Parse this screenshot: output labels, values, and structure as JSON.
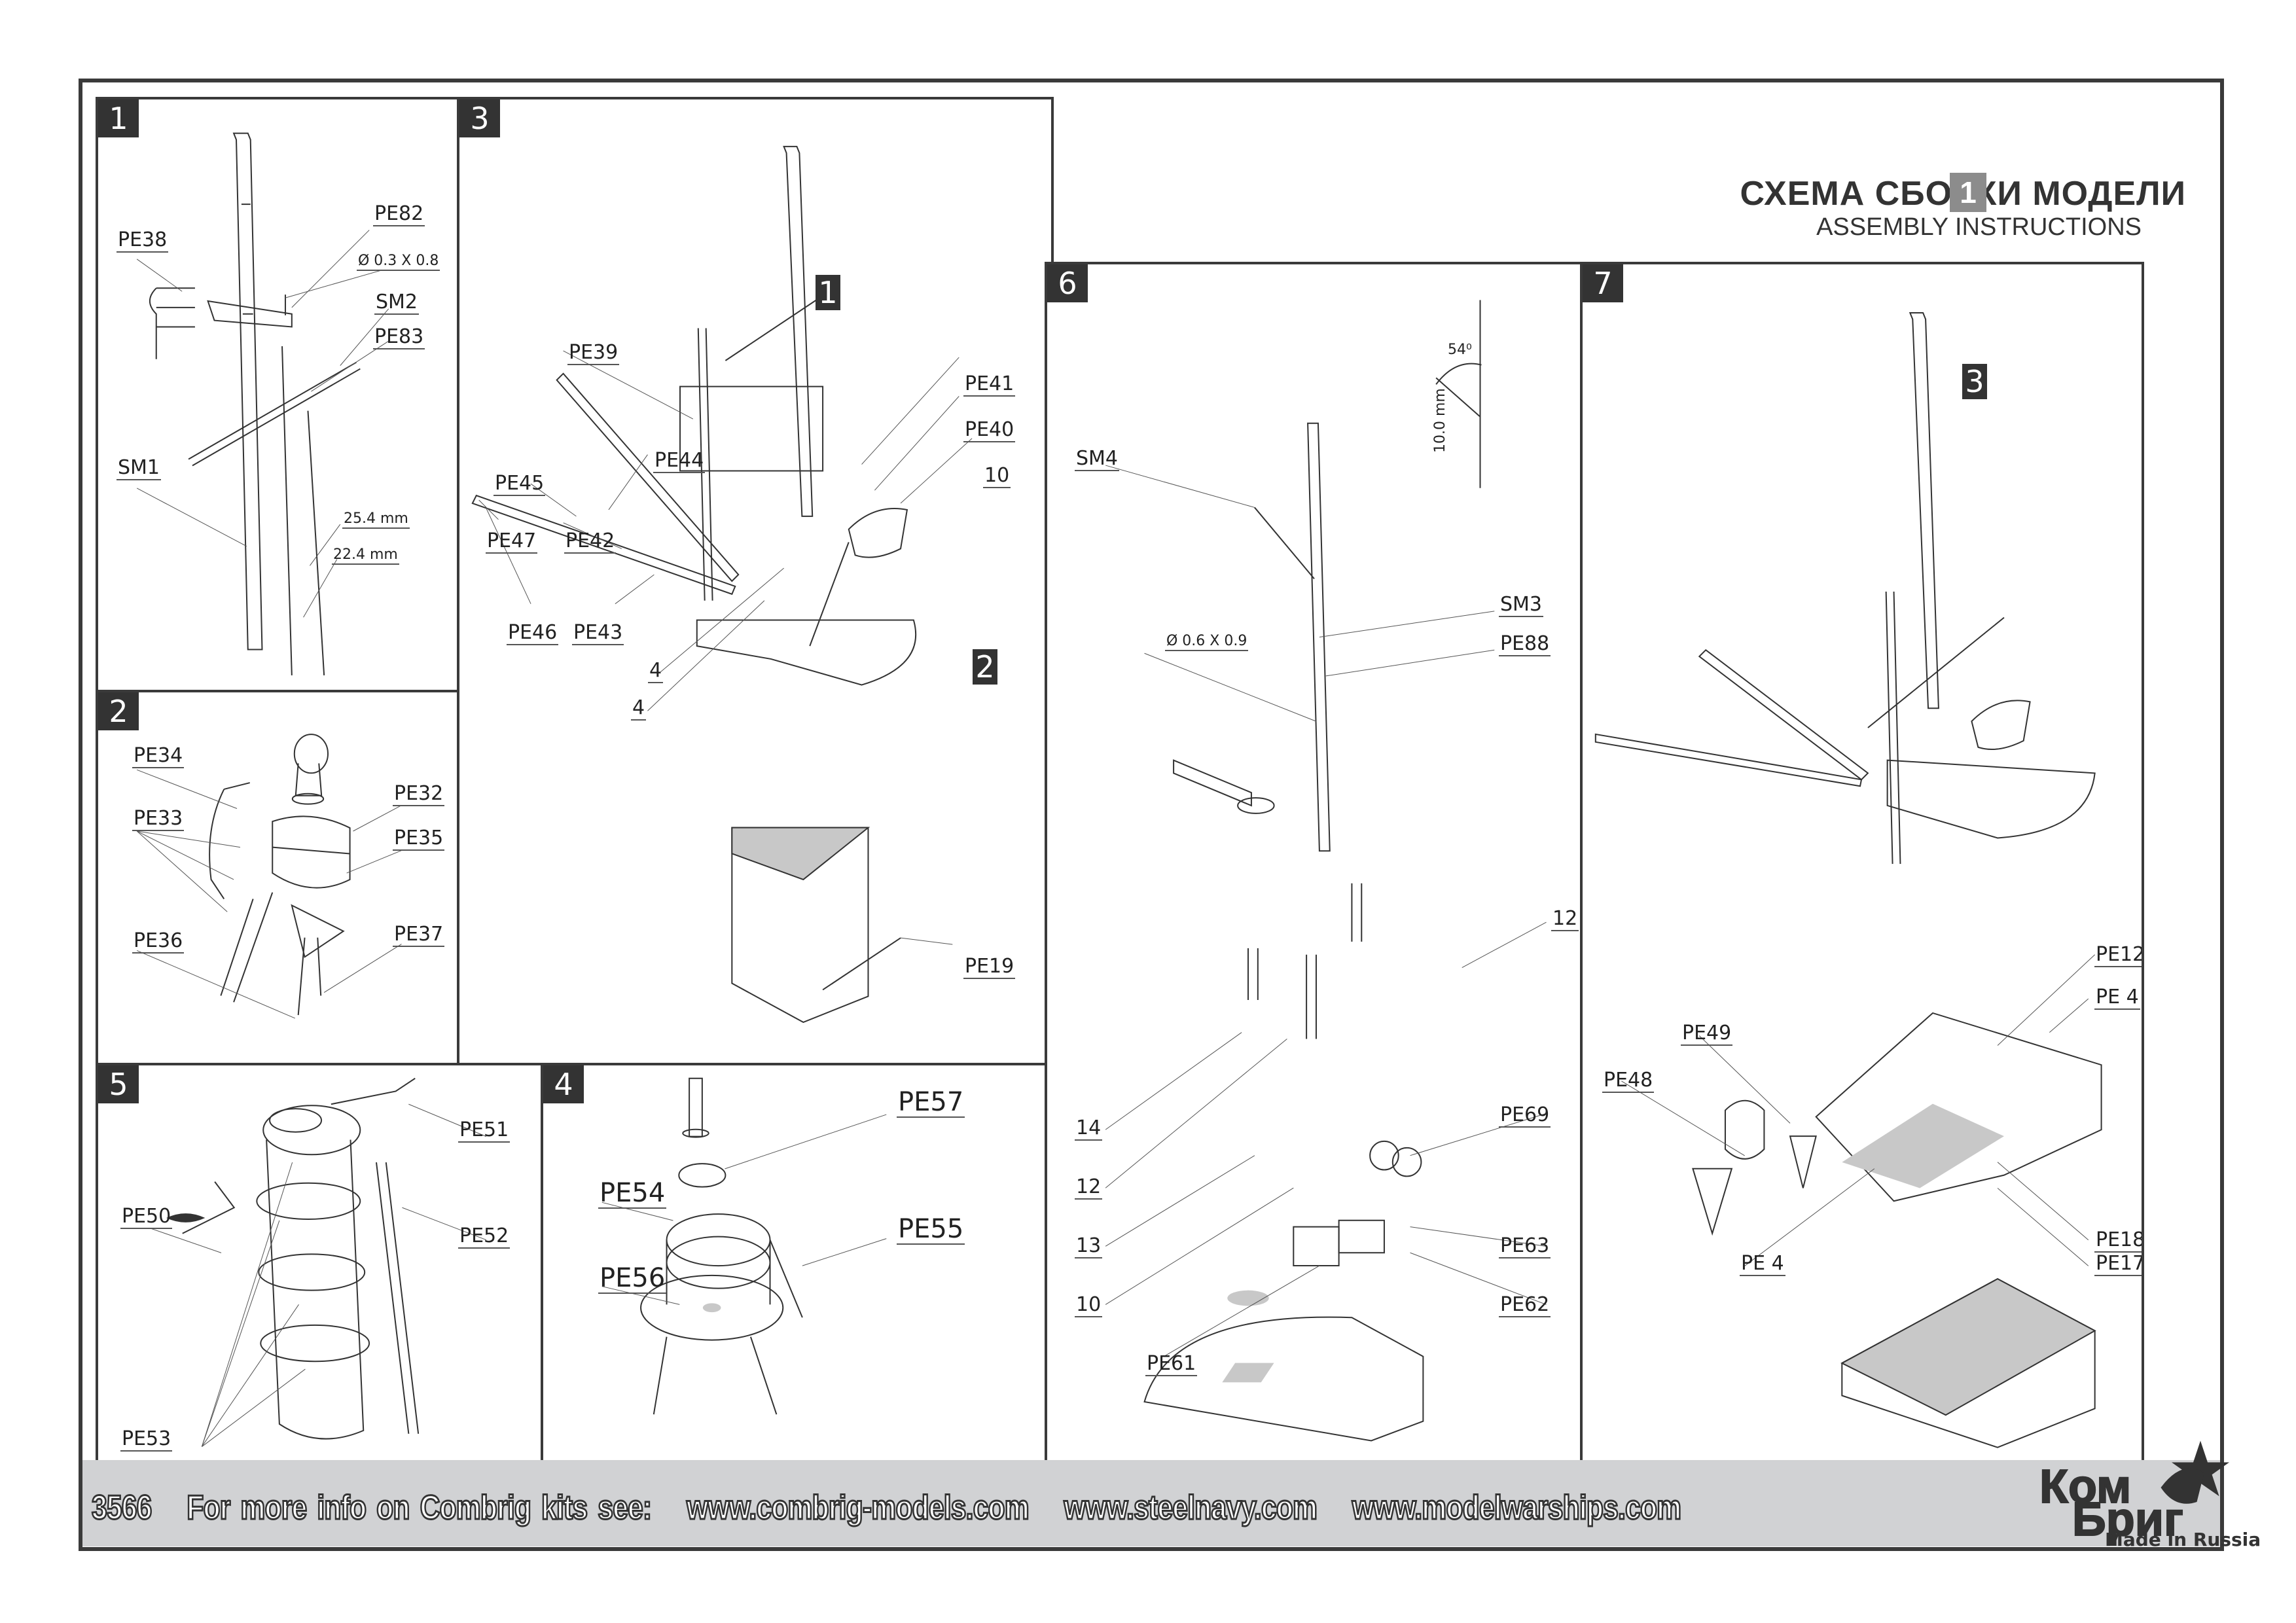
{
  "header": {
    "title_ru": "СХЕМА СБОРКИ МОДЕЛИ",
    "title_en": "ASSEMBLY INSTRUCTIONS",
    "sheet_number": "1"
  },
  "panels": [
    {
      "step": "1",
      "labels": [
        "PE38",
        "PE82",
        "Ø 0.3 X 0.8",
        "SM2",
        "PE83",
        "SM1",
        "25.4 mm",
        "22.4 mm"
      ]
    },
    {
      "step": "2",
      "labels": [
        "PE34",
        "PE33",
        "PE32",
        "PE35",
        "PE36",
        "PE37"
      ]
    },
    {
      "step": "3",
      "sub_refs": [
        "1",
        "2"
      ],
      "labels": [
        "PE39",
        "PE41",
        "PE40",
        "PE44",
        "PE45",
        "10",
        "PE47",
        "PE42",
        "PE46",
        "PE43",
        "4",
        "4",
        "PE19"
      ]
    },
    {
      "step": "5",
      "labels": [
        "PE51",
        "PE50",
        "PE52",
        "PE53"
      ]
    },
    {
      "step": "4",
      "labels": [
        "PE57",
        "PE54",
        "PE55",
        "PE56"
      ]
    },
    {
      "step": "6",
      "labels": [
        "SM4",
        "54⁰",
        "10.0 mm",
        "SM3",
        "Ø 0.6 X 0.9",
        "PE88",
        "12",
        "14",
        "12",
        "PE69",
        "13",
        "PE63",
        "10",
        "PE62",
        "PE61"
      ]
    },
    {
      "step": "7",
      "sub_refs": [
        "3"
      ],
      "labels": [
        "PE12",
        "PE49",
        "PE 4",
        "PE48",
        "PE18",
        "PE17",
        "PE 4"
      ]
    }
  ],
  "footer": {
    "kit_number": "3566",
    "info_text": "For more info on Combrig kits see:",
    "links": [
      "www.combrig-models.com",
      "www.steelnavy.com",
      "www.modelwarships.com"
    ]
  },
  "logo": {
    "line1": "Ком",
    "line2": "Бриг",
    "tagline": "Made in Russia"
  }
}
